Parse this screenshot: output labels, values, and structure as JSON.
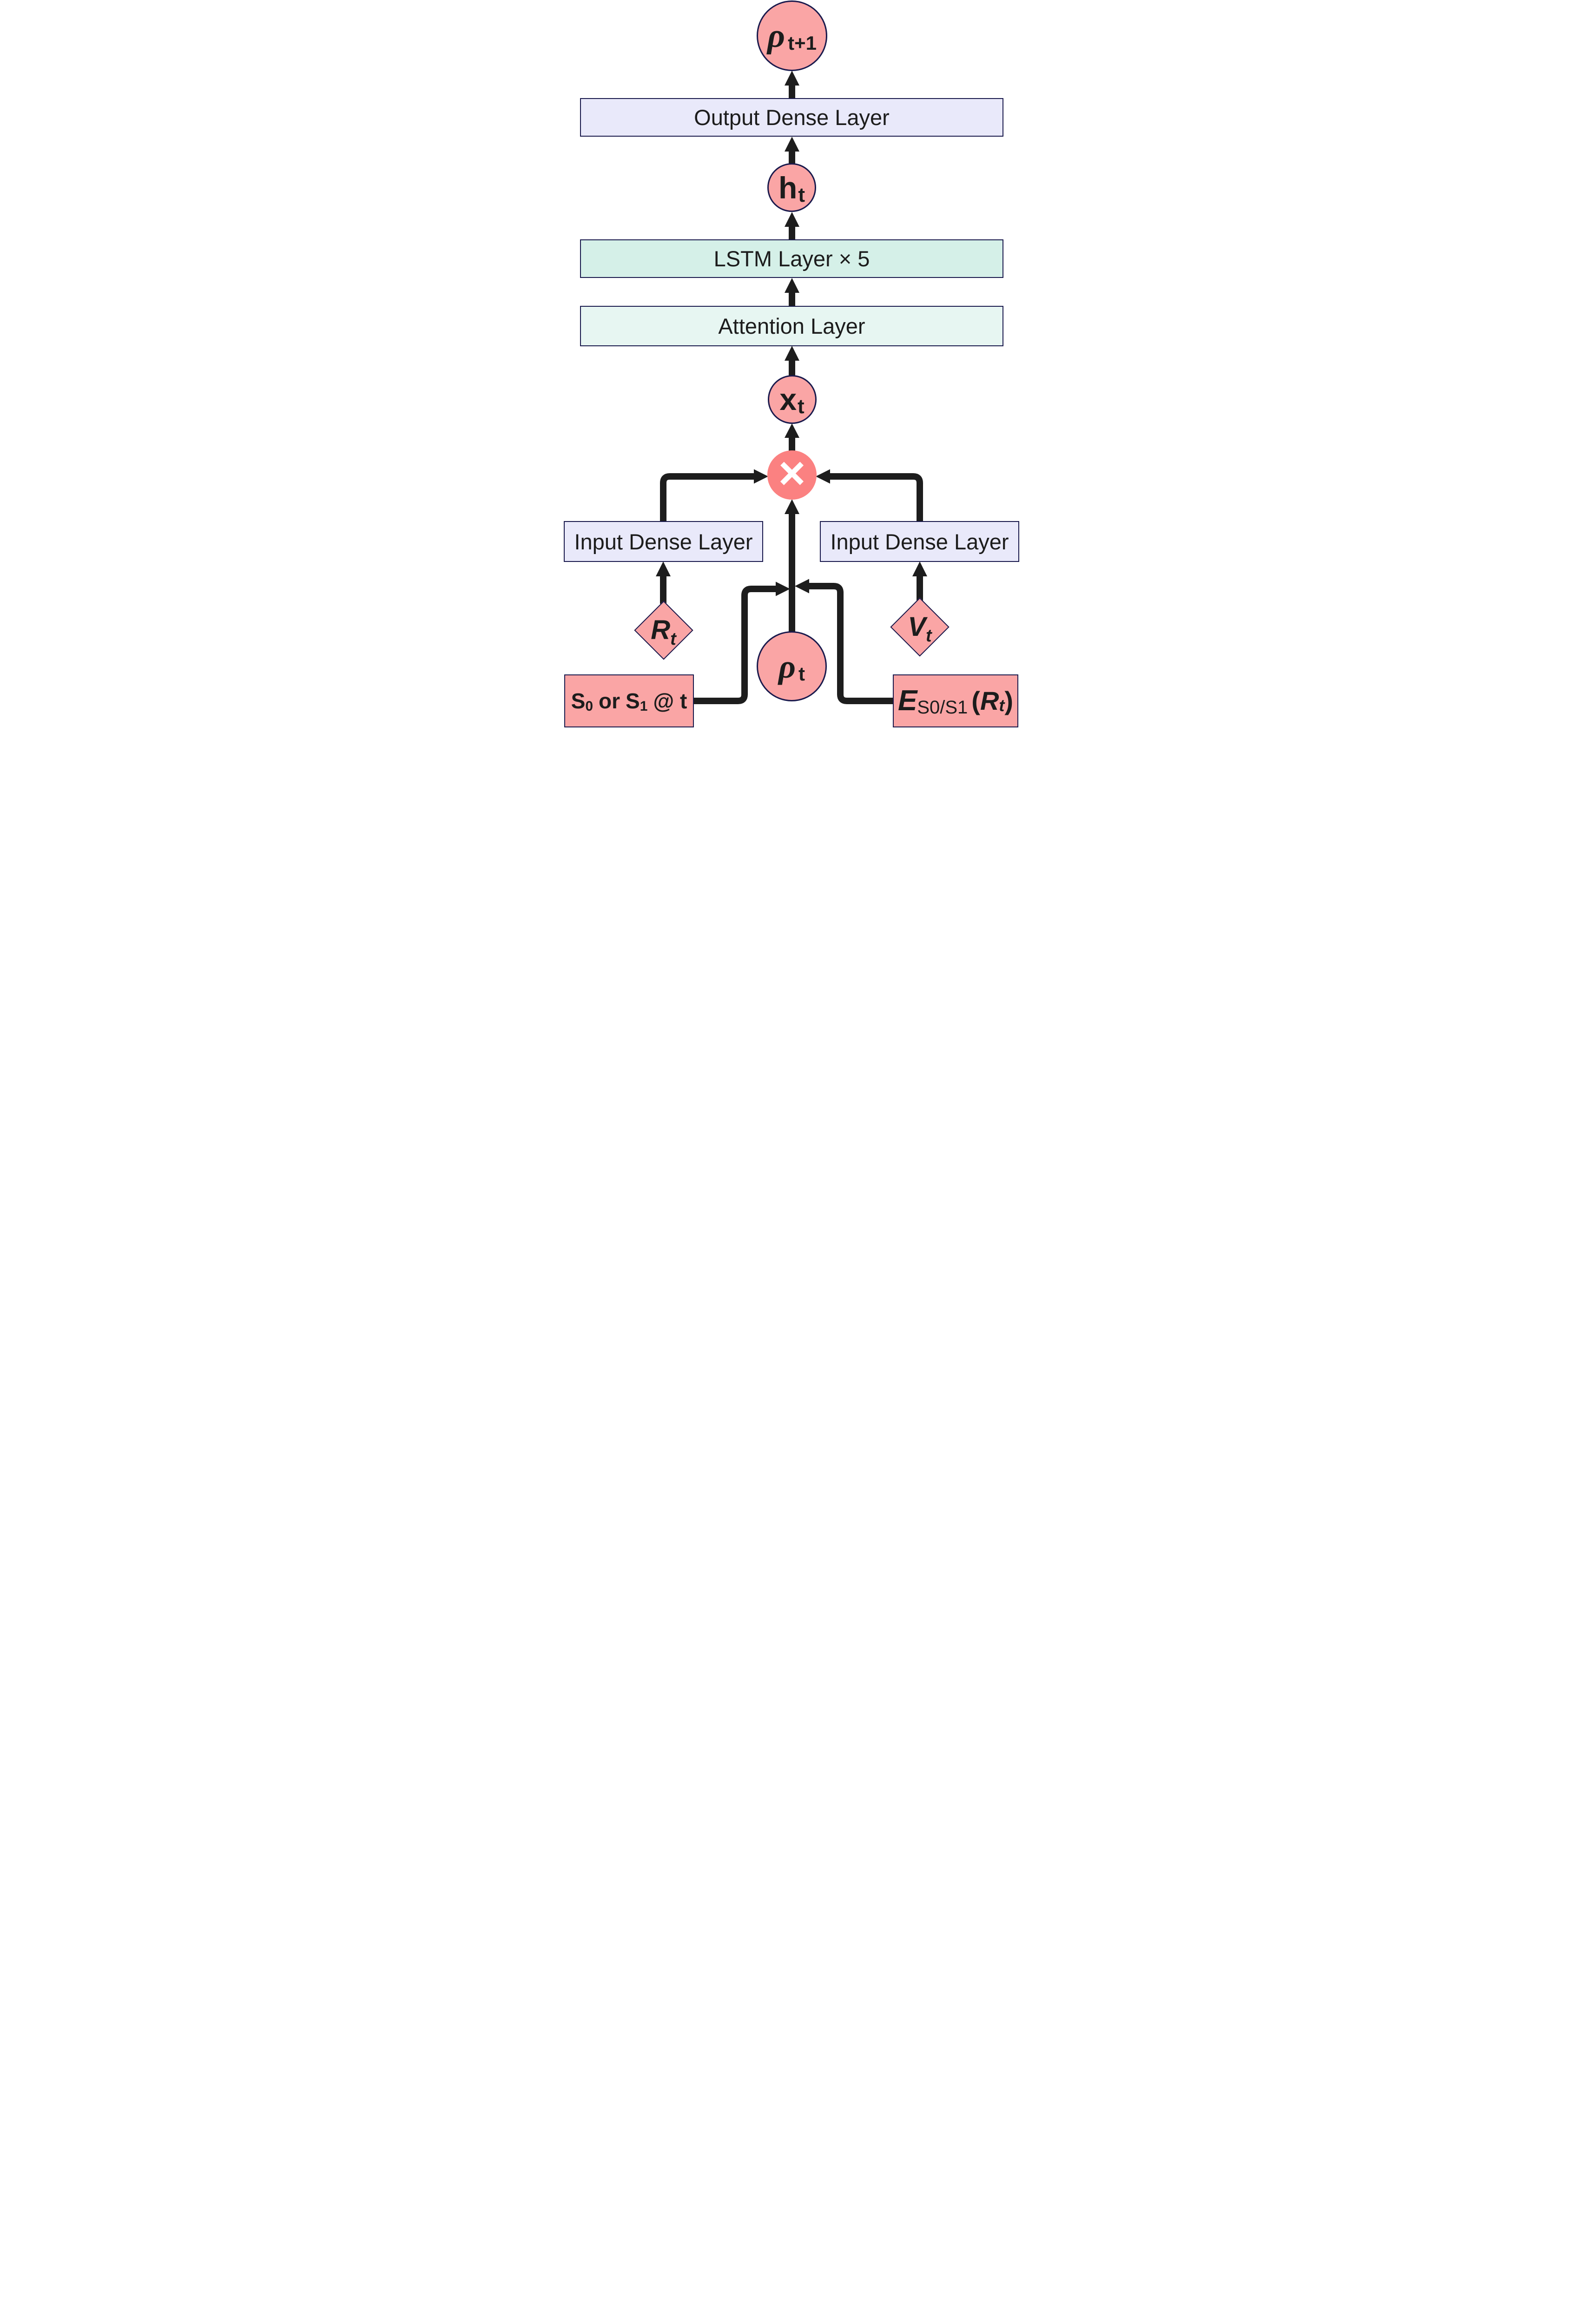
{
  "colors": {
    "node_fill": "#faa5a5",
    "multiply_fill": "#fb8181",
    "dense_layer_fill": "#e9e9fa",
    "lstm_fill": "#d5f0e8",
    "attention_fill": "#e7f6f2",
    "border_navy": "#1a1a4d",
    "arrow_black": "#1d1d1d",
    "multiply_symbol_color": "#ffffff"
  },
  "nodes": {
    "rho_next": {
      "symbol": "ρ",
      "subscript": "t+1"
    },
    "output_dense": {
      "label": "Output Dense Layer"
    },
    "h_t": {
      "symbol": "h",
      "subscript": "t"
    },
    "lstm": {
      "label": "LSTM Layer × 5"
    },
    "attention": {
      "label": "Attention Layer"
    },
    "x_t": {
      "symbol": "x",
      "subscript": "t"
    },
    "multiply": {
      "symbol": "×"
    },
    "input_dense_left": {
      "label": "Input Dense Layer"
    },
    "input_dense_right": {
      "label": "Input Dense Layer"
    },
    "r_t": {
      "symbol": "R",
      "subscript": "t"
    },
    "v_t": {
      "symbol": "V",
      "subscript": "t"
    },
    "rho_t": {
      "symbol": "ρ",
      "subscript": "t"
    },
    "state_input": {
      "part1": "S",
      "sub1": "0",
      "part2": "or",
      "part3": "S",
      "sub2": "1",
      "part4": "@ t"
    },
    "embedding_input": {
      "part1": "E",
      "sub1": "S0/S1",
      "part2": "(",
      "part3": "R",
      "sub2": "t",
      "part4": ")"
    }
  }
}
